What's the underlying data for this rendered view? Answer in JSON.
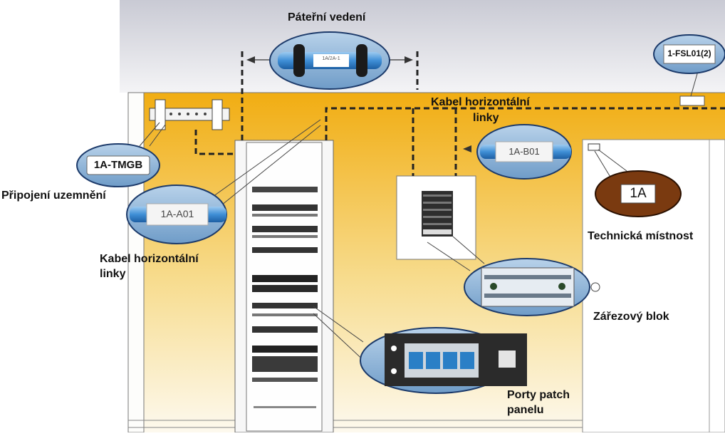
{
  "labels": {
    "backbone": "Páteřní vedení",
    "horizontal_top_line1": "Kabel horizontální",
    "horizontal_top_line2": "linky",
    "grounding": "Připojení uzemnění",
    "horizontal_left_line1": "Kabel horizontální",
    "horizontal_left_line2": "linky",
    "tech_room": "Technická místnost",
    "punch_block": "Zářezový blok",
    "patch_ports_line1": "Porty patch",
    "patch_ports_line2": "panelu"
  },
  "tags": {
    "firestop": "1-FSL01(2)",
    "tmgb": "1A-TMGB",
    "cable_a01": "1A-A01",
    "cable_b01": "1A-B01",
    "room": "1A",
    "backbone_cable": "1A/2A-1"
  },
  "colors": {
    "wall_yellow": "#f2b21c",
    "sky_gray": "#cfd0d8",
    "bubble_blue": "#8eb4d6",
    "bubble_stroke": "#1c3a6a",
    "room_badge": "#7a3a10",
    "port_blue": "#2a7fc6"
  }
}
